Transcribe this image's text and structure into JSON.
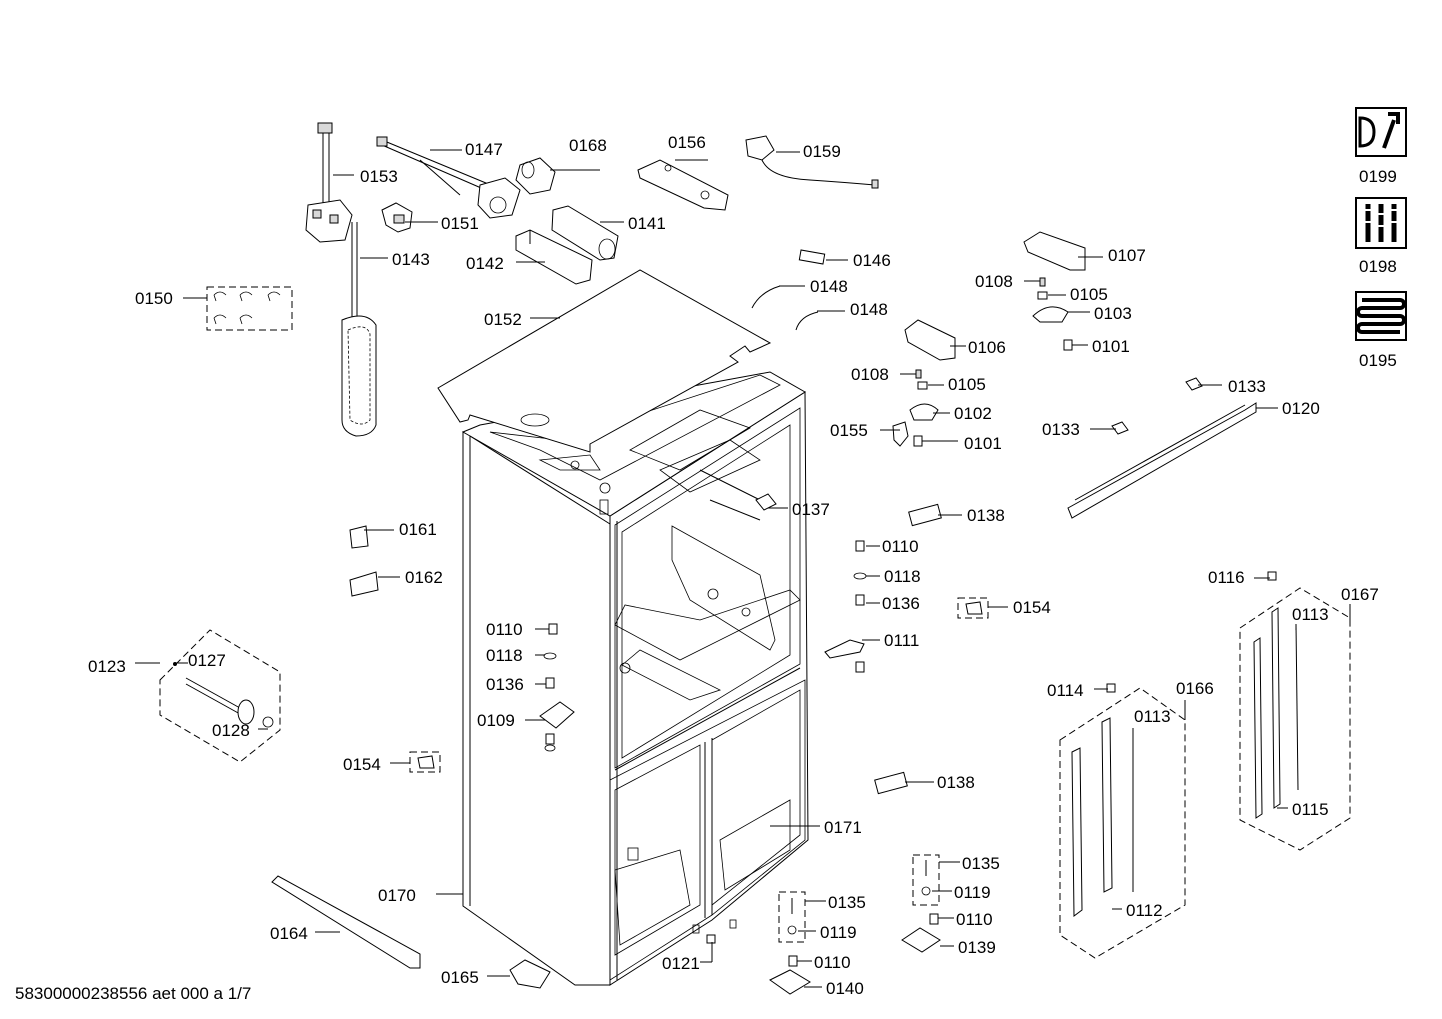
{
  "document_id": "58300000238556 aet 000 a 1/7",
  "callouts": {
    "c0147": "0147",
    "c0168": "0168",
    "c0156": "0156",
    "c0159": "0159",
    "c0153": "0153",
    "c0151": "0151",
    "c0141": "0141",
    "c0143": "0143",
    "c0142": "0142",
    "c0146": "0146",
    "c0107": "0107",
    "c0108a": "0108",
    "c0105a": "0105",
    "c0148a": "0148",
    "c0148b": "0148",
    "c0103": "0103",
    "c0150": "0150",
    "c0152": "0152",
    "c0106": "0106",
    "c0101a": "0101",
    "c0108b": "0108",
    "c0105b": "0105",
    "c0133a": "0133",
    "c0102": "0102",
    "c0120": "0120",
    "c0155": "0155",
    "c0101b": "0101",
    "c0133b": "0133",
    "c0137": "0137",
    "c0138a": "0138",
    "c0161": "0161",
    "c0110a": "0110",
    "c0118a": "0118",
    "c0162": "0162",
    "c0136a": "0136",
    "c0154a": "0154",
    "c0116": "0116",
    "c0167": "0167",
    "c0113a": "0113",
    "c0110b": "0110",
    "c0111": "0111",
    "c0118b": "0118",
    "c0123": "0123",
    "c0127": "0127",
    "c0136b": "0136",
    "c0114": "0114",
    "c0166": "0166",
    "c0113b": "0113",
    "c0109": "0109",
    "c0128": "0128",
    "c0154b": "0154",
    "c0138b": "0138",
    "c0115": "0115",
    "c0171": "0171",
    "c0135a": "0135",
    "c0170": "0170",
    "c0119a": "0119",
    "c0135b": "0135",
    "c0110c": "0110",
    "c0112": "0112",
    "c0164": "0164",
    "c0119b": "0119",
    "c0139": "0139",
    "c0121": "0121",
    "c0110d": "0110",
    "c0165": "0165",
    "c0140": "0140",
    "c0199": "0199",
    "c0198": "0198",
    "c0195": "0195"
  },
  "icons": [
    "tools-icon",
    "screws-icon",
    "refrigerant-coil-icon"
  ]
}
